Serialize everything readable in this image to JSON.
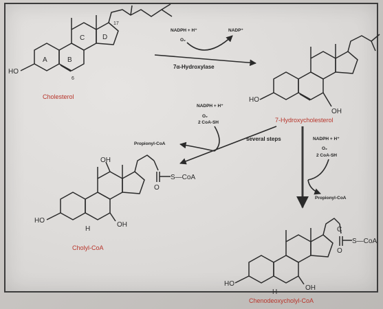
{
  "compounds": {
    "cholesterol": "Cholesterol",
    "hydroxy": "7-Hydroxycholesterol",
    "cholyl": "Cholyl-CoA",
    "cheno": "Chenodeoxycholyl-CoA"
  },
  "ring_labels": {
    "a": "A",
    "b": "B",
    "c": "C",
    "d": "D",
    "c17": "17",
    "c6": "6"
  },
  "atom_labels": {
    "ho": "HO",
    "oh": "OH",
    "o": "O",
    "h": "H",
    "s_coa": "S—CoA",
    "c": "C"
  },
  "reactions": {
    "step1": {
      "enzyme": "7α-Hydroxylase",
      "in_cofactor": "NADPH + H⁺",
      "o2": "O₂",
      "out_cofactor": "NADP⁺"
    },
    "step2": {
      "label": "several steps",
      "in_cofactor": "NADPH + H⁺",
      "o2": "O₂",
      "coash": "2 CoA-SH",
      "out": "Propionyl-CoA"
    },
    "step3": {
      "in_cofactor": "NADPH + H⁺",
      "o2": "O₂",
      "coash": "2 CoA-SH",
      "out": "Propionyl-CoA"
    }
  },
  "colors": {
    "compound_label": "#b8342a",
    "ink": "#2a2a2a",
    "paper": "#e2e0de"
  }
}
